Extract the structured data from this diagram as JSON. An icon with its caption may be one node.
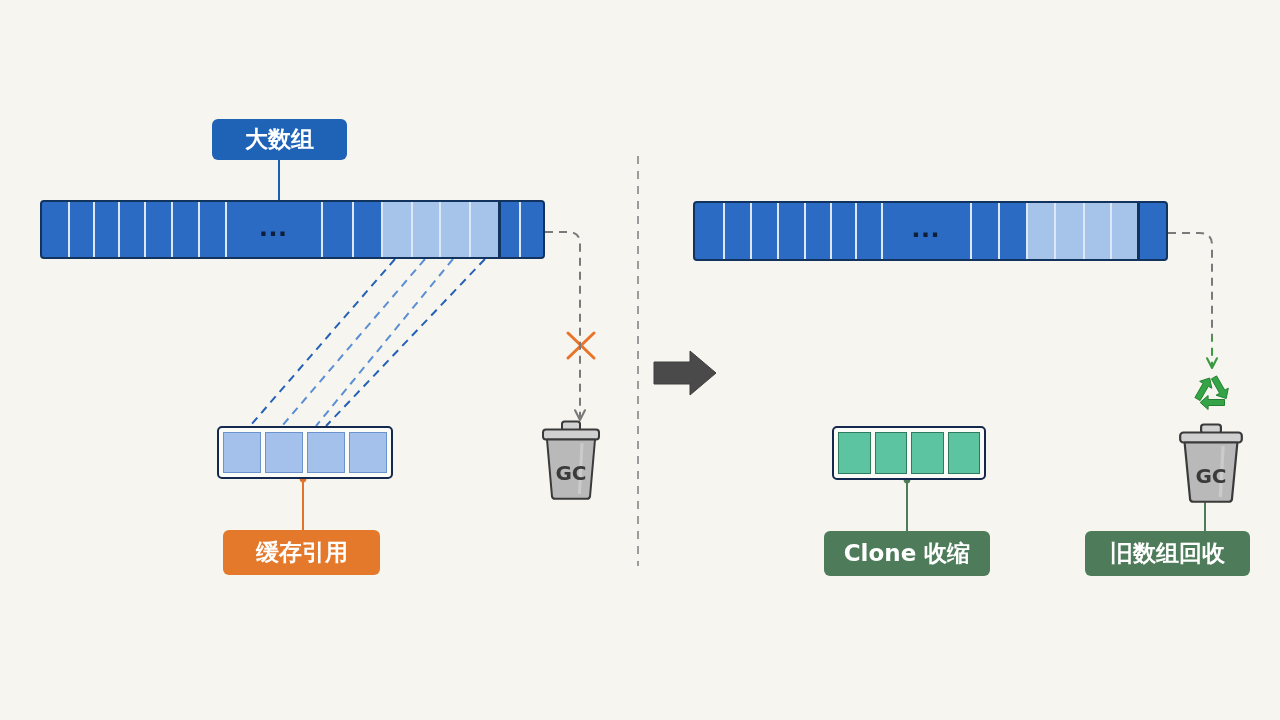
{
  "diagram": {
    "nodes": [
      {
        "text": [
          "大数组"
        ]
      },
      {
        "text": [
          "…"
        ]
      },
      {
        "text": [],
        "shape": "bar"
      },
      {
        "text": [
          "缓存引用"
        ]
      },
      {
        "text": [
          "GC"
        ]
      },
      {
        "text": [
          "…"
        ]
      },
      {
        "text": [],
        "shape": "bar"
      },
      {
        "text": [
          "Clone 收缩"
        ]
      },
      {
        "text": [],
        "shape": "picture"
      },
      {
        "text": [
          "GC"
        ]
      },
      {
        "text": [
          "旧数组回收"
        ]
      }
    ],
    "edges": [
      {
        "from": 0,
        "to": 1,
        "arrow": "none",
        "color": "#1d5fb4"
      },
      {
        "from": 1,
        "to": 2,
        "arrow": "none",
        "style": "dashed",
        "color": "#2460b5"
      },
      {
        "from": 1,
        "to": 2,
        "arrow": "none",
        "style": "dashed",
        "color": "#5b8fd4"
      },
      {
        "from": 1,
        "to": 2,
        "arrow": "none",
        "style": "dashed",
        "color": "#5b8fd4"
      },
      {
        "from": 1,
        "to": 2,
        "arrow": "none",
        "style": "dashed",
        "color": "#2460b5"
      },
      {
        "from": 3,
        "to": 2,
        "arrow": "other",
        "color": "#e2742a"
      },
      {
        "from": 1,
        "to": 4,
        "arrow": "to",
        "style": "dashed",
        "color": "#7a7a7a"
      },
      {
        "from": 5,
        "to": 8,
        "arrow": "to",
        "style": "dashed",
        "color": "#7a7a7a"
      },
      {
        "from": 7,
        "to": 6,
        "arrow": "other",
        "color": "#4e7b58"
      },
      {
        "from": 10,
        "to": 9,
        "arrow": "none",
        "color": "#4e7b58"
      }
    ]
  }
}
